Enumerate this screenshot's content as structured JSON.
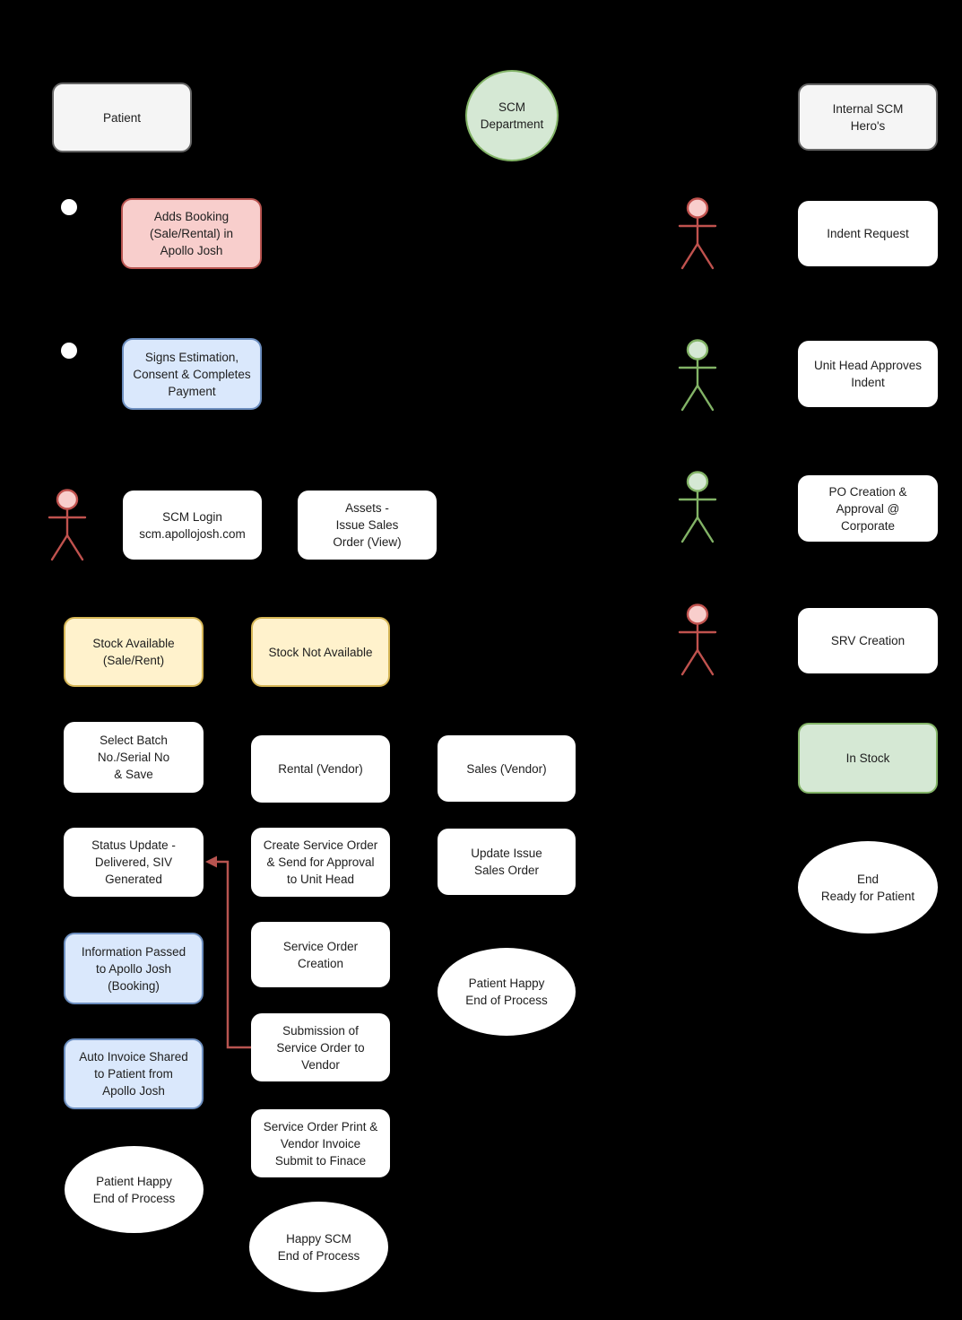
{
  "palette": {
    "background": "#000000",
    "white_fill": "#ffffff",
    "grey_fill": "#f5f5f5",
    "grey_stroke": "#666666",
    "red_fill": "#f8cecc",
    "red_stroke": "#b85450",
    "blue_fill": "#dae8fc",
    "blue_stroke": "#6c8ebf",
    "yellow_fill": "#fff2cc",
    "yellow_stroke": "#d6b656",
    "green_fill": "#d5e8d4",
    "green_stroke": "#82b366",
    "connector_color": "#b85450",
    "text_color": "#202020"
  },
  "lanes": {
    "patient_title": "Patient",
    "scm_title": "SCM\nDepartment",
    "internal_title": "Internal SCM\nHero's"
  },
  "nodes": [
    {
      "id": "patient-title",
      "shape": "rect-grey",
      "label": "Patient"
    },
    {
      "id": "scm-department",
      "shape": "ellipse-green",
      "label": "SCM\nDepartment"
    },
    {
      "id": "internal-scm-heros",
      "shape": "rect-grey",
      "label": "Internal SCM\nHero's"
    },
    {
      "id": "adds-booking",
      "shape": "rect-red",
      "label": "Adds Booking\n(Sale/Rental) in\nApollo Josh"
    },
    {
      "id": "indent-request",
      "shape": "rect-white",
      "label": "Indent Request"
    },
    {
      "id": "signs-estimation",
      "shape": "rect-blue",
      "label": "Signs Estimation,\nConsent & Completes\nPayment"
    },
    {
      "id": "unit-head-approves",
      "shape": "rect-white",
      "label": "Unit Head Approves\nIndent"
    },
    {
      "id": "scm-login",
      "shape": "rect-white",
      "label": "SCM Login\nscm.apollojosh.com"
    },
    {
      "id": "assets-issue-sales",
      "shape": "rect-white",
      "label": "Assets -\nIssue Sales\nOrder (View)"
    },
    {
      "id": "po-creation",
      "shape": "rect-white",
      "label": "PO Creation &\nApproval @\nCorporate"
    },
    {
      "id": "srv-creation",
      "shape": "rect-white",
      "label": "SRV Creation"
    },
    {
      "id": "stock-available",
      "shape": "rect-yellow",
      "label": "Stock Available\n(Sale/Rent)"
    },
    {
      "id": "stock-not-available",
      "shape": "rect-yellow",
      "label": "Stock Not Available"
    },
    {
      "id": "in-stock",
      "shape": "rect-green",
      "label": "In Stock"
    },
    {
      "id": "select-batch",
      "shape": "rect-white",
      "label": "Select Batch\nNo./Serial No\n& Save"
    },
    {
      "id": "rental-vendor",
      "shape": "rect-white",
      "label": "Rental (Vendor)"
    },
    {
      "id": "sales-vendor",
      "shape": "rect-white",
      "label": "Sales (Vendor)"
    },
    {
      "id": "status-update",
      "shape": "rect-white",
      "label": "Status Update -\nDelivered, SIV\nGenerated"
    },
    {
      "id": "create-service-order",
      "shape": "rect-white",
      "label": "Create Service Order\n& Send for Approval\nto Unit Head"
    },
    {
      "id": "update-issue-sales",
      "shape": "rect-white",
      "label": "Update Issue\nSales Order"
    },
    {
      "id": "end-ready-for-patient",
      "shape": "ellipse-white",
      "label": "End\nReady for Patient"
    },
    {
      "id": "information-passed",
      "shape": "rect-blue",
      "label": "Information Passed\nto Apollo Josh\n(Booking)"
    },
    {
      "id": "service-order-creation",
      "shape": "rect-white",
      "label": "Service Order\nCreation"
    },
    {
      "id": "patient-happy-middle",
      "shape": "ellipse-white",
      "label": "Patient Happy\nEnd of Process"
    },
    {
      "id": "auto-invoice-shared",
      "shape": "rect-blue",
      "label": "Auto Invoice Shared\nto Patient from\nApollo Josh"
    },
    {
      "id": "submission-service-order",
      "shape": "rect-white",
      "label": "Submission of\nService Order to\nVendor"
    },
    {
      "id": "service-order-print",
      "shape": "rect-white",
      "label": "Service Order Print &\nVendor Invoice\nSubmit to Finace"
    },
    {
      "id": "patient-happy-left",
      "shape": "ellipse-white",
      "label": "Patient Happy\nEnd of Process"
    },
    {
      "id": "happy-scm",
      "shape": "ellipse-white",
      "label": "Happy SCM\nEnd of Process"
    }
  ],
  "actors": [
    {
      "id": "indent-request-actor",
      "color": "red"
    },
    {
      "id": "unit-head-actor",
      "color": "green"
    },
    {
      "id": "scm-login-actor",
      "color": "red"
    },
    {
      "id": "po-creation-actor",
      "color": "green"
    },
    {
      "id": "srv-creation-actor",
      "color": "red"
    }
  ],
  "connector": {
    "from": "submission-service-order",
    "to": "status-update",
    "color": "#b85450"
  }
}
